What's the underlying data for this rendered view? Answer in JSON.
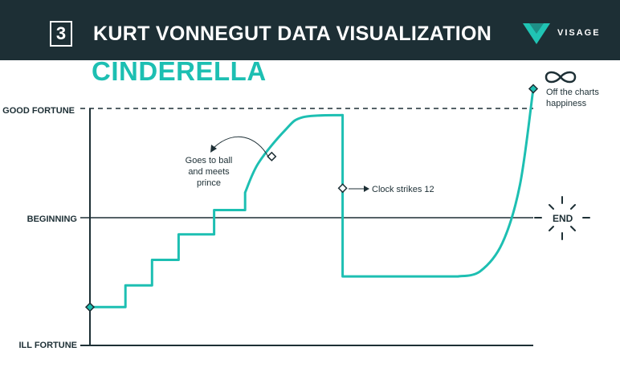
{
  "header": {
    "step": "3",
    "title": "KURT VONNEGUT DATA VISUALIZATION",
    "brand": "VISAGE"
  },
  "colors": {
    "header_bg": "#1d2f35",
    "accent": "#1dbfb2",
    "ink": "#1d2f35",
    "logo": "#20c4b4"
  },
  "chart_data": {
    "type": "line",
    "title": "CINDERELLA",
    "y_levels": {
      "good_fortune": "GOOD FORTUNE",
      "beginning": "BEGINNING",
      "ill_fortune": "ILL FORTUNE"
    },
    "end_label": "END",
    "ylim": [
      -1,
      1
    ],
    "xlim": [
      0,
      100
    ],
    "grid": false,
    "series": [
      {
        "points": [
          [
            0,
            -0.7
          ],
          [
            8,
            -0.7
          ],
          [
            8,
            -0.53
          ],
          [
            14,
            -0.53
          ],
          [
            14,
            -0.33
          ],
          [
            20,
            -0.33
          ],
          [
            20,
            -0.13
          ],
          [
            28,
            -0.13
          ],
          [
            28,
            0.07
          ],
          [
            35,
            0.07
          ],
          [
            35,
            0.23
          ],
          [
            38,
            0.5
          ],
          [
            44,
            0.8
          ],
          [
            48,
            0.92
          ],
          [
            57,
            0.94
          ],
          [
            57,
            -0.46
          ],
          [
            83,
            -0.46
          ],
          [
            88,
            -0.42
          ],
          [
            93,
            -0.2
          ],
          [
            97,
            0.3
          ],
          [
            100,
            1.18
          ]
        ]
      }
    ],
    "annotations": [
      {
        "id": "ball",
        "text": "Goes to ball and meets prince",
        "x": 41,
        "y": 0.56
      },
      {
        "id": "clock",
        "text": "Clock strikes 12",
        "x": 57,
        "y": 0.27
      },
      {
        "id": "infinity",
        "text": "Off the charts happiness",
        "x": 100,
        "y": 1.18
      }
    ]
  }
}
